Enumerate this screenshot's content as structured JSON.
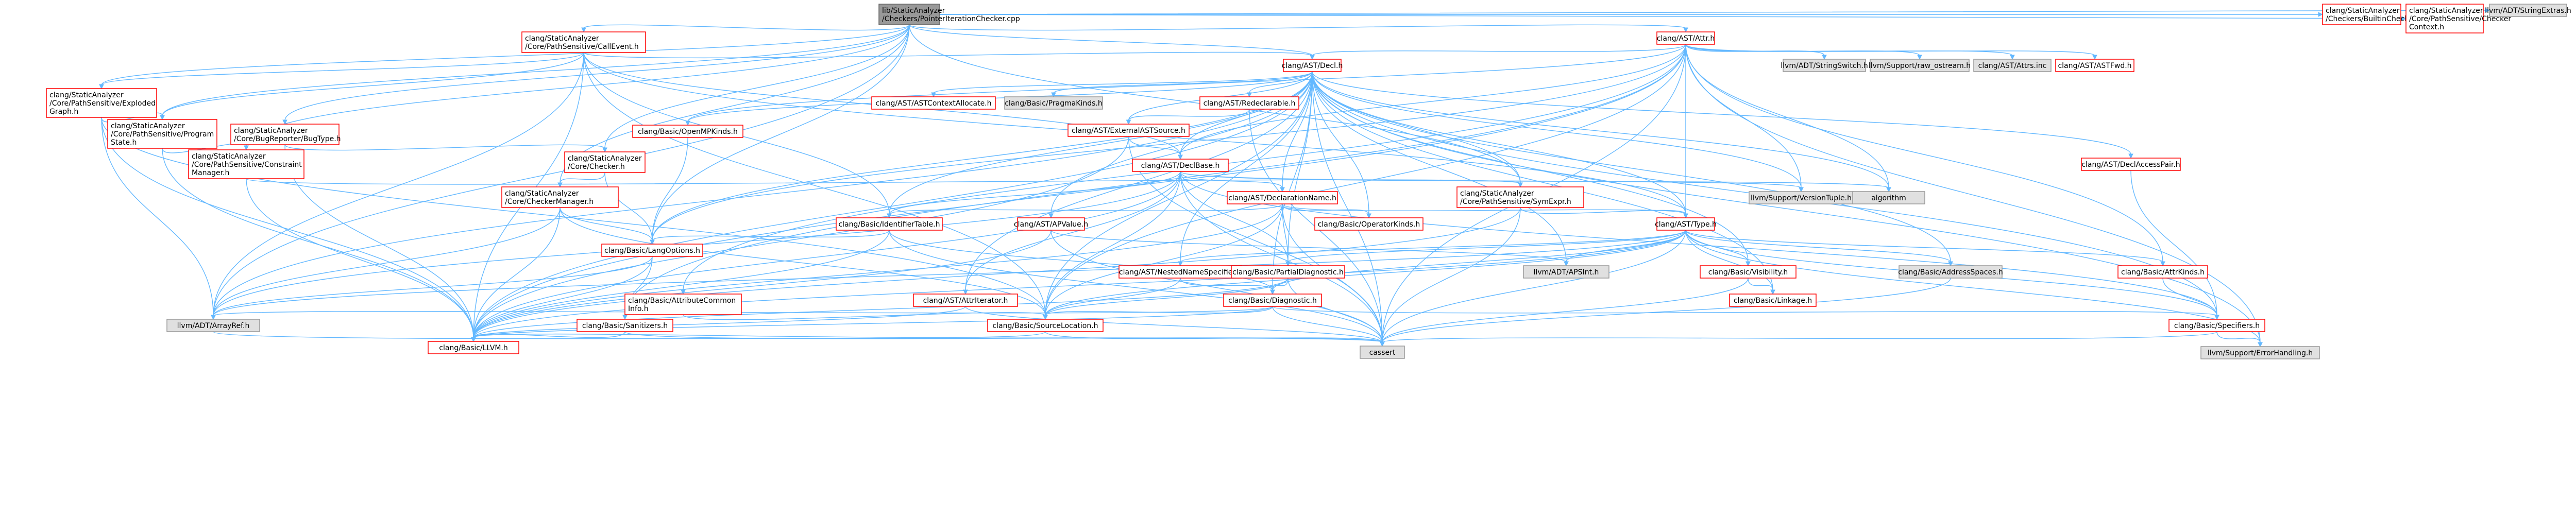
{
  "graph": {
    "style": {
      "edge_color": "#63B8FF",
      "node_fill": "#ffffff",
      "root_fill": "#999999",
      "node_border": "#ff0000",
      "external_fill": "#e0e0e0",
      "external_border": "#999999"
    },
    "nodes": [
      {
        "id": "root",
        "label": [
          "lib/StaticAnalyzer",
          "/Checkers/PointerIterationChecker.cpp"
        ],
        "kind": "root"
      },
      {
        "id": "ba_reg",
        "label": [
          "clang/StaticAnalyzer",
          "/Checkers/BuiltinCheckerRegistration.h"
        ],
        "kind": "internal"
      },
      {
        "id": "checker_ctx",
        "label": [
          "clang/StaticAnalyzer",
          "/Core/PathSensitive/Checker",
          "Context.h"
        ],
        "kind": "internal"
      },
      {
        "id": "stringextras",
        "label": [
          "llvm/ADT/StringExtras.h"
        ],
        "kind": "external"
      },
      {
        "id": "callevent",
        "label": [
          "clang/StaticAnalyzer",
          "/Core/PathSensitive/CallEvent.h"
        ],
        "kind": "internal"
      },
      {
        "id": "attr",
        "label": [
          "clang/AST/Attr.h"
        ],
        "kind": "internal"
      },
      {
        "id": "decl",
        "label": [
          "clang/AST/Decl.h"
        ],
        "kind": "internal"
      },
      {
        "id": "stringswitch",
        "label": [
          "llvm/ADT/StringSwitch.h"
        ],
        "kind": "external"
      },
      {
        "id": "rawostream",
        "label": [
          "llvm/Support/raw_ostream.h"
        ],
        "kind": "external"
      },
      {
        "id": "attrsinc",
        "label": [
          "clang/AST/Attrs.inc"
        ],
        "kind": "external"
      },
      {
        "id": "astfwd",
        "label": [
          "clang/AST/ASTFwd.h"
        ],
        "kind": "internal"
      },
      {
        "id": "explodedgraph",
        "label": [
          "clang/StaticAnalyzer",
          "/Core/PathSensitive/Exploded",
          "Graph.h"
        ],
        "kind": "internal"
      },
      {
        "id": "ctxalloc",
        "label": [
          "clang/AST/ASTContextAllocate.h"
        ],
        "kind": "internal"
      },
      {
        "id": "pragmakinds",
        "label": [
          "clang/Basic/PragmaKinds.h"
        ],
        "kind": "external"
      },
      {
        "id": "redeclarable",
        "label": [
          "clang/AST/Redeclarable.h"
        ],
        "kind": "internal"
      },
      {
        "id": "programstate",
        "label": [
          "clang/StaticAnalyzer",
          "/Core/PathSensitive/Program",
          "State.h"
        ],
        "kind": "internal"
      },
      {
        "id": "externalast",
        "label": [
          "clang/AST/ExternalASTSource.h"
        ],
        "kind": "internal"
      },
      {
        "id": "openmpkinds",
        "label": [
          "clang/Basic/OpenMPKinds.h"
        ],
        "kind": "internal"
      },
      {
        "id": "bugtype",
        "label": [
          "clang/StaticAnalyzer",
          "/Core/BugReporter/BugType.h"
        ],
        "kind": "internal"
      },
      {
        "id": "constraintmgr",
        "label": [
          "clang/StaticAnalyzer",
          "/Core/PathSensitive/Constraint",
          "Manager.h"
        ],
        "kind": "internal"
      },
      {
        "id": "checker",
        "label": [
          "clang/StaticAnalyzer",
          "/Core/Checker.h"
        ],
        "kind": "internal"
      },
      {
        "id": "declbase",
        "label": [
          "clang/AST/DeclBase.h"
        ],
        "kind": "internal"
      },
      {
        "id": "declaccessors",
        "label": [
          "clang/AST/DeclAccessPair.h"
        ],
        "kind": "internal"
      },
      {
        "id": "checkermgr",
        "label": [
          "clang/StaticAnalyzer",
          "/Core/CheckerManager.h"
        ],
        "kind": "internal"
      },
      {
        "id": "declname",
        "label": [
          "clang/AST/DeclarationName.h"
        ],
        "kind": "internal"
      },
      {
        "id": "symexpr",
        "label": [
          "clang/StaticAnalyzer",
          "/Core/PathSensitive/SymExpr.h"
        ],
        "kind": "internal"
      },
      {
        "id": "versiontuple",
        "label": [
          "llvm/Support/VersionTuple.h"
        ],
        "kind": "external"
      },
      {
        "id": "algorithm",
        "label": [
          "algorithm"
        ],
        "kind": "external"
      },
      {
        "id": "identtable",
        "label": [
          "clang/Basic/IdentifierTable.h"
        ],
        "kind": "internal"
      },
      {
        "id": "apvalue",
        "label": [
          "clang/AST/APValue.h"
        ],
        "kind": "internal"
      },
      {
        "id": "opkinds",
        "label": [
          "clang/Basic/OperatorKinds.h"
        ],
        "kind": "internal"
      },
      {
        "id": "type",
        "label": [
          "clang/AST/Type.h"
        ],
        "kind": "internal"
      },
      {
        "id": "langopts",
        "label": [
          "clang/Basic/LangOptions.h"
        ],
        "kind": "internal"
      },
      {
        "id": "nestedname",
        "label": [
          "clang/AST/NestedNameSpecifier.h"
        ],
        "kind": "internal"
      },
      {
        "id": "partialdiag",
        "label": [
          "clang/Basic/PartialDiagnostic.h"
        ],
        "kind": "internal"
      },
      {
        "id": "apsint",
        "label": [
          "llvm/ADT/APSInt.h"
        ],
        "kind": "external"
      },
      {
        "id": "visibility",
        "label": [
          "clang/Basic/Visibility.h"
        ],
        "kind": "internal"
      },
      {
        "id": "addrspaces",
        "label": [
          "clang/Basic/AddressSpaces.h"
        ],
        "kind": "external"
      },
      {
        "id": "armkinds",
        "label": [
          "clang/Basic/AttrKinds.h"
        ],
        "kind": "internal"
      },
      {
        "id": "attrcommon",
        "label": [
          "clang/Basic/AttributeCommon",
          "Info.h"
        ],
        "kind": "internal"
      },
      {
        "id": "attriterator",
        "label": [
          "clang/AST/AttrIterator.h"
        ],
        "kind": "internal"
      },
      {
        "id": "diagnostic",
        "label": [
          "clang/Basic/Diagnostic.h"
        ],
        "kind": "internal"
      },
      {
        "id": "linkage",
        "label": [
          "clang/Basic/Linkage.h"
        ],
        "kind": "internal"
      },
      {
        "id": "arrayref",
        "label": [
          "llvm/ADT/ArrayRef.h"
        ],
        "kind": "external"
      },
      {
        "id": "sanitizers",
        "label": [
          "clang/Basic/Sanitizers.h"
        ],
        "kind": "internal"
      },
      {
        "id": "srcloc",
        "label": [
          "clang/Basic/SourceLocation.h"
        ],
        "kind": "internal"
      },
      {
        "id": "specifiers",
        "label": [
          "clang/Basic/Specifiers.h"
        ],
        "kind": "internal"
      },
      {
        "id": "llvmh",
        "label": [
          "clang/Basic/LLVM.h"
        ],
        "kind": "internal"
      },
      {
        "id": "cassert",
        "label": [
          "cassert"
        ],
        "kind": "external"
      },
      {
        "id": "errorhandling",
        "label": [
          "llvm/Support/ErrorHandling.h"
        ],
        "kind": "external"
      }
    ],
    "edges": [
      [
        "root",
        "ba_reg"
      ],
      [
        "root",
        "checker_ctx"
      ],
      [
        "root",
        "stringextras"
      ],
      [
        "root",
        "callevent"
      ],
      [
        "root",
        "attr"
      ],
      [
        "root",
        "explodedgraph"
      ],
      [
        "root",
        "bugtype"
      ],
      [
        "root",
        "checker"
      ],
      [
        "root",
        "programstate"
      ],
      [
        "root",
        "constraintmgr"
      ],
      [
        "root",
        "decl"
      ],
      [
        "root",
        "checkermgr"
      ],
      [
        "root",
        "symexpr"
      ],
      [
        "root",
        "langopts"
      ],
      [
        "root",
        "arrayref"
      ],
      [
        "callevent",
        "decl"
      ],
      [
        "callevent",
        "declbase"
      ],
      [
        "callevent",
        "identtable"
      ],
      [
        "callevent",
        "programstate"
      ],
      [
        "callevent",
        "llvmh"
      ],
      [
        "callevent",
        "arrayref"
      ],
      [
        "callevent",
        "srcloc"
      ],
      [
        "callevent",
        "explodedgraph"
      ],
      [
        "callevent",
        "type"
      ],
      [
        "attr",
        "astfwd"
      ],
      [
        "attr",
        "attrsinc"
      ],
      [
        "attr",
        "decl"
      ],
      [
        "attr",
        "stringswitch"
      ],
      [
        "attr",
        "rawostream"
      ],
      [
        "attr",
        "type"
      ],
      [
        "attr",
        "attrcommon"
      ],
      [
        "attr",
        "langopts"
      ],
      [
        "attr",
        "llvmh"
      ],
      [
        "attr",
        "openmpkinds"
      ],
      [
        "attr",
        "sanitizers"
      ],
      [
        "attr",
        "srcloc"
      ],
      [
        "attr",
        "versiontuple"
      ],
      [
        "attr",
        "errorhandling"
      ],
      [
        "attr",
        "cassert"
      ],
      [
        "attr",
        "algorithm"
      ],
      [
        "attr",
        "armkinds"
      ],
      [
        "attr",
        "declbase"
      ],
      [
        "decl",
        "ctxalloc"
      ],
      [
        "decl",
        "pragmakinds"
      ],
      [
        "decl",
        "redeclarable"
      ],
      [
        "decl",
        "externalast"
      ],
      [
        "decl",
        "declbase"
      ],
      [
        "decl",
        "declaccessors"
      ],
      [
        "decl",
        "declname"
      ],
      [
        "decl",
        "apvalue"
      ],
      [
        "decl",
        "type"
      ],
      [
        "decl",
        "nestedname"
      ],
      [
        "decl",
        "partialdiag"
      ],
      [
        "decl",
        "identtable"
      ],
      [
        "decl",
        "opkinds"
      ],
      [
        "decl",
        "diagnostic"
      ],
      [
        "decl",
        "visibility"
      ],
      [
        "decl",
        "linkage"
      ],
      [
        "decl",
        "addrspaces"
      ],
      [
        "decl",
        "specifiers"
      ],
      [
        "decl",
        "srcloc"
      ],
      [
        "decl",
        "llvmh"
      ],
      [
        "decl",
        "arrayref"
      ],
      [
        "decl",
        "apsint"
      ],
      [
        "decl",
        "versiontuple"
      ],
      [
        "decl",
        "algorithm"
      ],
      [
        "decl",
        "cassert"
      ],
      [
        "decl",
        "errorhandling"
      ],
      [
        "decl",
        "langopts"
      ],
      [
        "decl",
        "openmpkinds"
      ],
      [
        "decl",
        "symexpr"
      ],
      [
        "decl",
        "attriterator"
      ],
      [
        "explodedgraph",
        "programstate"
      ],
      [
        "explodedgraph",
        "llvmh"
      ],
      [
        "explodedgraph",
        "arrayref"
      ],
      [
        "explodedgraph",
        "srcloc"
      ],
      [
        "redeclarable",
        "externalast"
      ],
      [
        "redeclarable",
        "cassert"
      ],
      [
        "externalast",
        "declbase"
      ],
      [
        "externalast",
        "llvmh"
      ],
      [
        "externalast",
        "cassert"
      ],
      [
        "programstate",
        "constraintmgr"
      ],
      [
        "programstate",
        "llvmh"
      ],
      [
        "openmpkinds",
        "langopts"
      ],
      [
        "bugtype",
        "checker"
      ],
      [
        "bugtype",
        "llvmh"
      ],
      [
        "constraintmgr",
        "symexpr"
      ],
      [
        "constraintmgr",
        "llvmh"
      ],
      [
        "checker",
        "checkermgr"
      ],
      [
        "checker",
        "langopts"
      ],
      [
        "declbase",
        "versiontuple"
      ],
      [
        "declbase",
        "algorithm"
      ],
      [
        "declbase",
        "declname"
      ],
      [
        "declbase",
        "identtable"
      ],
      [
        "declbase",
        "specifiers"
      ],
      [
        "declbase",
        "srcloc"
      ],
      [
        "declbase",
        "llvmh"
      ],
      [
        "declbase",
        "arrayref"
      ],
      [
        "declbase",
        "attriterator"
      ],
      [
        "declbase",
        "partialdiag"
      ],
      [
        "declbase",
        "cassert"
      ],
      [
        "declaccessors",
        "specifiers"
      ],
      [
        "checkermgr",
        "llvmh"
      ],
      [
        "checkermgr",
        "langopts"
      ],
      [
        "checkermgr",
        "arrayref"
      ],
      [
        "checkermgr",
        "srcloc"
      ],
      [
        "declname",
        "identtable"
      ],
      [
        "declname",
        "opkinds"
      ],
      [
        "declname",
        "partialdiag"
      ],
      [
        "declname",
        "llvmh"
      ],
      [
        "declname",
        "srcloc"
      ],
      [
        "declname",
        "cassert"
      ],
      [
        "declname",
        "type"
      ],
      [
        "symexpr",
        "type"
      ],
      [
        "symexpr",
        "llvmh"
      ],
      [
        "symexpr",
        "cassert"
      ],
      [
        "identtable",
        "diagnostic"
      ],
      [
        "identtable",
        "langopts"
      ],
      [
        "identtable",
        "llvmh"
      ],
      [
        "identtable",
        "cassert"
      ],
      [
        "apvalue",
        "llvmh"
      ],
      [
        "apvalue",
        "apsint"
      ],
      [
        "apvalue",
        "cassert"
      ],
      [
        "type",
        "nestedname"
      ],
      [
        "type",
        "partialdiag"
      ],
      [
        "type",
        "visibility"
      ],
      [
        "type",
        "addrspaces"
      ],
      [
        "type",
        "armkinds"
      ],
      [
        "type",
        "diagnostic"
      ],
      [
        "type",
        "linkage"
      ],
      [
        "type",
        "llvmh"
      ],
      [
        "type",
        "specifiers"
      ],
      [
        "type",
        "srcloc"
      ],
      [
        "type",
        "apsint"
      ],
      [
        "type",
        "arrayref"
      ],
      [
        "type",
        "cassert"
      ],
      [
        "type",
        "errorhandling"
      ],
      [
        "langopts",
        "sanitizers"
      ],
      [
        "langopts",
        "llvmh"
      ],
      [
        "langopts",
        "arrayref"
      ],
      [
        "nestedname",
        "diagnostic"
      ],
      [
        "nestedname",
        "srcloc"
      ],
      [
        "partialdiag",
        "diagnostic"
      ],
      [
        "partialdiag",
        "srcloc"
      ],
      [
        "partialdiag",
        "llvmh"
      ],
      [
        "partialdiag",
        "cassert"
      ],
      [
        "visibility",
        "linkage"
      ],
      [
        "visibility",
        "cassert"
      ],
      [
        "addrspaces",
        "cassert"
      ],
      [
        "attrcommon",
        "srcloc"
      ],
      [
        "attriterator",
        "llvmh"
      ],
      [
        "attriterator",
        "cassert"
      ],
      [
        "diagnostic",
        "srcloc"
      ],
      [
        "diagnostic",
        "specifiers"
      ],
      [
        "diagnostic",
        "llvmh"
      ],
      [
        "diagnostic",
        "cassert"
      ],
      [
        "diagnostic",
        "arrayref"
      ],
      [
        "sanitizers",
        "llvmh"
      ],
      [
        "sanitizers",
        "cassert"
      ],
      [
        "srcloc",
        "llvmh"
      ],
      [
        "srcloc",
        "cassert"
      ],
      [
        "specifiers",
        "errorhandling"
      ],
      [
        "specifiers",
        "cassert"
      ],
      [
        "arrayref",
        "cassert"
      ],
      [
        "armkinds",
        "specifiers"
      ]
    ]
  }
}
